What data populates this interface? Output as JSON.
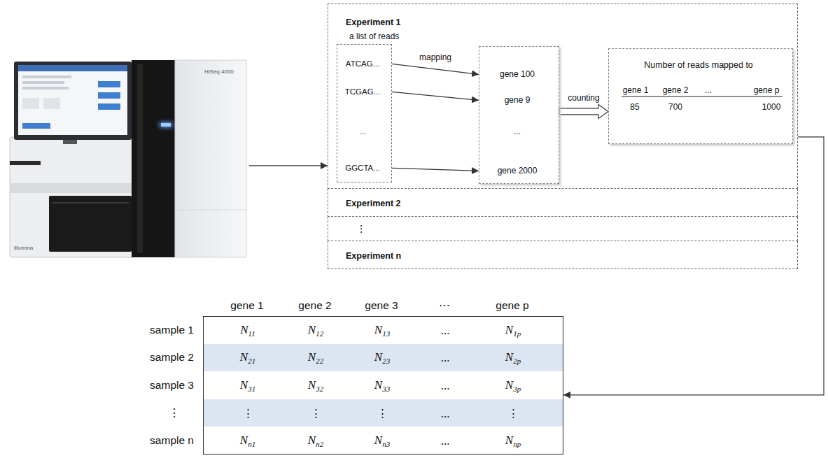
{
  "diagram": {
    "nodes": [
      {
        "text": [
          "illumina",
          "HiSeq 4000"
        ]
      },
      {
        "text": [
          "Experiment 1",
          "a list of reads"
        ]
      },
      {
        "text": [
          "ATCAG...",
          "TCGAG...",
          "...",
          "GGCTA..."
        ],
        "in": 1
      },
      {
        "text": [
          "gene 100",
          "gene 9",
          "...",
          "gene 2000"
        ],
        "in": 1
      },
      {
        "text": [
          "Number of reads mapped to",
          "gene 1",
          "gene 2",
          "...",
          "gene p",
          "85",
          "700",
          "1000"
        ],
        "in": 1
      },
      {
        "text": [
          "Experiment 2"
        ]
      },
      {
        "text": [
          "⋮"
        ]
      },
      {
        "text": [
          "Experiment n"
        ]
      },
      {
        "text": [
          "N11",
          "N12",
          "N13",
          "...",
          "N1p",
          "N21",
          "N22",
          "N23",
          "...",
          "N2p",
          "N31",
          "N32",
          "N33",
          "...",
          "N3p",
          "⋮",
          "⋮",
          "⋮",
          "...",
          "⋮",
          "Nn1",
          "Nn2",
          "Nn3",
          "...",
          "Nnp"
        ]
      }
    ],
    "edges": [
      {
        "from": 0,
        "to": 1,
        "arrow": "to"
      },
      {
        "from": 2,
        "to": 3,
        "label": "mapping",
        "arrow": "to"
      },
      {
        "from": 2,
        "to": 3,
        "arrow": "to"
      },
      {
        "from": 2,
        "to": 3,
        "arrow": "to"
      },
      {
        "from": 3,
        "to": 4,
        "label": "counting",
        "arrow": "to"
      },
      {
        "from": 1,
        "to": 8,
        "arrow": "to"
      }
    ],
    "labels": [
      "gene 1",
      "gene 2",
      "gene 3",
      "⋯",
      "gene p",
      "sample 1",
      "sample 2",
      "sample 3",
      "⋮",
      "sample n"
    ]
  }
}
